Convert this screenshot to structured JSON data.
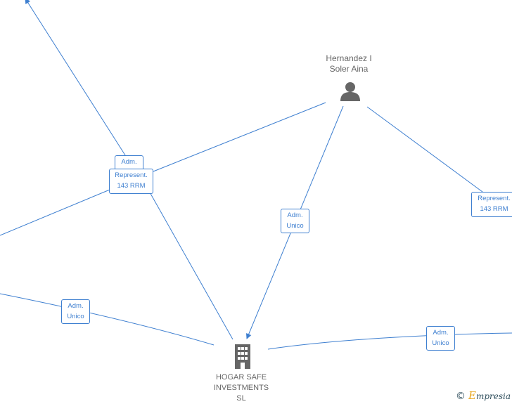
{
  "colors": {
    "edge": "#3e7fd0",
    "node_icon": "#666666",
    "node_text": "#666666"
  },
  "nodes": {
    "person": {
      "name_line1": "Hernandez I",
      "name_line2": "Soler Aina",
      "icon": "person-icon"
    },
    "company": {
      "name_line1": "HOGAR SAFE",
      "name_line2": "INVESTMENTS",
      "name_line3": "SL",
      "icon": "building-icon"
    }
  },
  "edge_labels": {
    "adm_top": {
      "line1": "Adm."
    },
    "represent_left": {
      "line1": "Represent.",
      "line2": "143 RRM"
    },
    "adm_unico_center": {
      "line1": "Adm.",
      "line2": "Unico"
    },
    "represent_right": {
      "line1": "Represent.",
      "line2": "143 RRM"
    },
    "adm_unico_left": {
      "line1": "Adm.",
      "line2": "Unico"
    },
    "adm_unico_right": {
      "line1": "Adm.",
      "line2": "Unico"
    }
  },
  "footer": {
    "copyright_symbol": "©",
    "brand_initial": "E",
    "brand_rest": "mpresia"
  }
}
